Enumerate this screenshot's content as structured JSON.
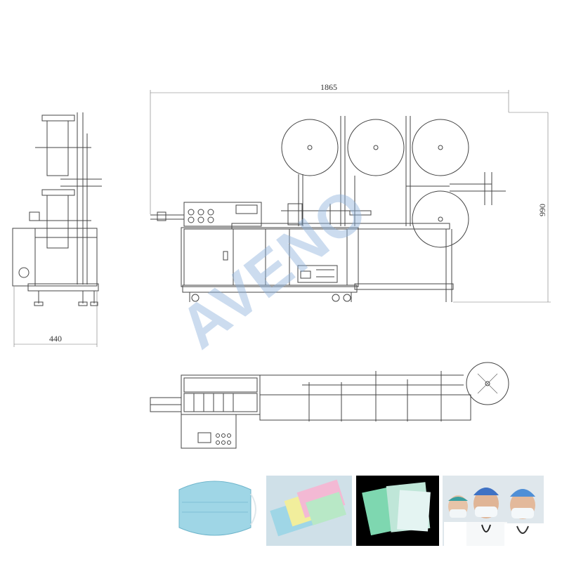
{
  "dimensions": {
    "length": "1865",
    "height": "990",
    "width": "440"
  },
  "watermark": "AVENO",
  "palette": {
    "line": "#444444",
    "watermark": "#8fb3dd",
    "mask_blue": "#9fd6e6",
    "mask_pink": "#f3b9d4",
    "mask_yellow": "#f1ee9c",
    "mask_green": "#7ed7b0"
  },
  "photos": [
    {
      "name": "blue-surgical-mask"
    },
    {
      "name": "colored-masks-stack"
    },
    {
      "name": "green-masks-on-black"
    },
    {
      "name": "masked-doctors"
    }
  ]
}
